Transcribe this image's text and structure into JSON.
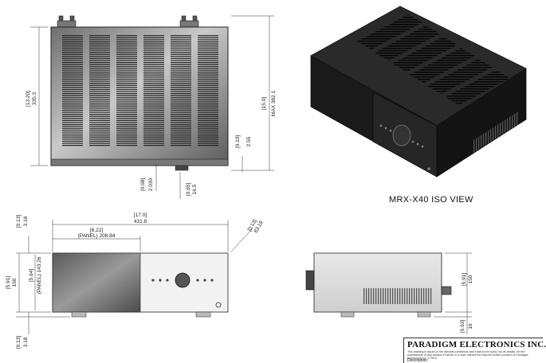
{
  "iso_view_title": "MRX-X40 ISO VIEW",
  "top_view": {
    "depth_in": "[13.20]",
    "depth_mm": "335.3",
    "max_depth_in": "[15.0]",
    "max_depth_mm": "MAX 382.1",
    "rear_offset_in": "[0.10]",
    "rear_offset_mm": "2.55",
    "knob_depth_in": "[0.08]",
    "knob_depth_mm": "2.030",
    "front_proj_in": "[0.65]",
    "front_proj_mm": "16.5"
  },
  "front_view": {
    "width_in": "[17.0]",
    "width_mm": "431.8",
    "panel_in": "[8.22]",
    "panel_mm": "(PANEL) 208.84",
    "corner_in": "[0.13]",
    "corner_mm": "3.18",
    "diag_in": "[0.13]",
    "diag_mm": "83.18",
    "height_in": "[5.91]",
    "height_mm": "150",
    "panel_h_in": "[5.64]",
    "panel_h_mm": "(PANEL) 143.26",
    "foot_in": "[0.13]",
    "foot_mm": "3.18"
  },
  "side_view": {
    "height_in": "[5.91]",
    "height_mm": "150",
    "foot_in": "[0.63]",
    "foot_mm": "16"
  },
  "title_block": {
    "company": "PARADIGM ELECTRONICS INC.",
    "note": "This drawing is issued in the strictest confidence and shall not be used, nor its details, for the manufacture of any product in whole or in part, without the express written consent of Paradigm Electronics Inc. © 2014",
    "description": "Description:"
  },
  "colors": {
    "line": "#222222",
    "chassis_top": "#8a8a8a",
    "chassis_front": "#3a3a3a",
    "iso_body": "#1c1c1c"
  }
}
